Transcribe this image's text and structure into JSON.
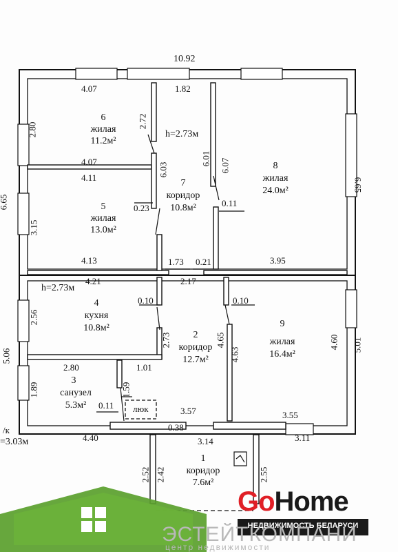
{
  "overall": {
    "top_width": "10.92",
    "height_left": "6.65",
    "height_right": "6.65"
  },
  "rooms": [
    {
      "num": "6",
      "type": "жилая",
      "area": "11.2м²"
    },
    {
      "num": "5",
      "type": "жилая",
      "area": "13.0м²"
    },
    {
      "num": "7",
      "type": "коридор",
      "area": "10.8м²"
    },
    {
      "num": "8",
      "type": "жилая",
      "area": "24.0м²"
    },
    {
      "num": "4",
      "type": "кухня",
      "area": "10.8м²"
    },
    {
      "num": "2",
      "type": "коридор",
      "area": "12.7м²"
    },
    {
      "num": "9",
      "type": "жилая",
      "area": "16.4м²"
    },
    {
      "num": "3",
      "type": "санузел",
      "area": "5.3м²"
    },
    {
      "num": "1",
      "type": "коридор",
      "area": "7.6м²"
    }
  ],
  "heights": {
    "upper": "h=2.73м",
    "lower": "h=2.73м",
    "porch": "=3.03м",
    "porch_prefix": "/к"
  },
  "dims": {
    "d407a": "4.07",
    "d182": "1.82",
    "d280a": "2.80",
    "d272": "2.72",
    "d601": "6.01",
    "d607": "6.07",
    "d407b": "4.07",
    "d411": "4.11",
    "d603": "6.03",
    "d315": "3.15",
    "d023": "0.23",
    "d011a": "0.11",
    "d413": "4.13",
    "d173": "1.73",
    "d021": "0.21",
    "d395": "3.95",
    "d421": "4.21",
    "d217": "2.17",
    "d010a": "0.10",
    "d010b": "0.10",
    "d256": "2.56",
    "d465": "4.65",
    "d463": "4.63",
    "d460": "4.60",
    "d501": "5.01",
    "d506": "5.06",
    "d273": "2.73",
    "d280b": "2.80",
    "d101": "1.01",
    "d189": "1.89",
    "d159": "1.59",
    "d011b": "0.11",
    "d357": "3.57",
    "d355": "3.55",
    "d038": "0.38",
    "d440": "4.40",
    "d314": "3.14",
    "d311": "3.11",
    "d252": "2.52",
    "d242": "2.42",
    "d255": "2.55"
  },
  "hatch_label": "люк",
  "brand": {
    "go": "Go",
    "home": "Home",
    "tagline": "НЕДВИЖИМОСТЬ БЕЛАРУСИ",
    "company": "ЭСТЕЙТКОМПАНИ",
    "sub": "центр недвижимости",
    "green": "#5aa02c",
    "red": "#e01f26"
  }
}
